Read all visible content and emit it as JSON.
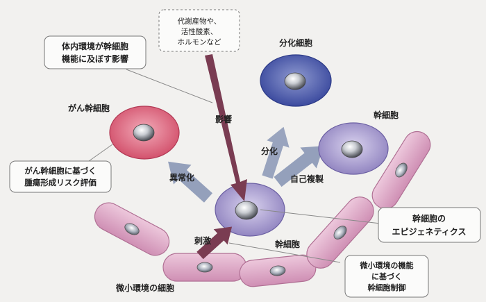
{
  "labels": {
    "metabolite_box": [
      "代謝産物や、",
      "活性酸素、",
      "ホルモンなど"
    ],
    "env_influence_box": [
      "体内環境が幹細胞",
      "機能に及ぼす影響"
    ],
    "cancer_risk_box": [
      "がん幹細胞に基づく",
      "腫瘍形成リスク評価"
    ],
    "epigenetics_box": [
      "幹細胞の",
      "エピジェネティクス"
    ],
    "microenv_box": [
      "微小環境の機能",
      "に基づく",
      "幹細胞制御"
    ],
    "differentiated_cell": "分化細胞",
    "cancer_stem_cell": "がん幹細胞",
    "stem_cell_right": "幹細胞",
    "stem_cell_center": "幹細胞",
    "microenv_cells": "微小環境の細胞",
    "arrow_influence": "影響",
    "arrow_differentiation": "分化",
    "arrow_abnormal": "異常化",
    "arrow_self_renewal": "自己複製",
    "arrow_stimulus": "刺激"
  },
  "colors": {
    "background": "#f2f1ef",
    "differentiated_cell": "#3d4fa0",
    "cancer_stem_cell": "#d9566e",
    "stem_cell": "#9b8ec4",
    "microenv_cell": "#d9a3c4",
    "influence_arrow": "#7a3c52",
    "flow_arrow": "#8a97b5"
  }
}
